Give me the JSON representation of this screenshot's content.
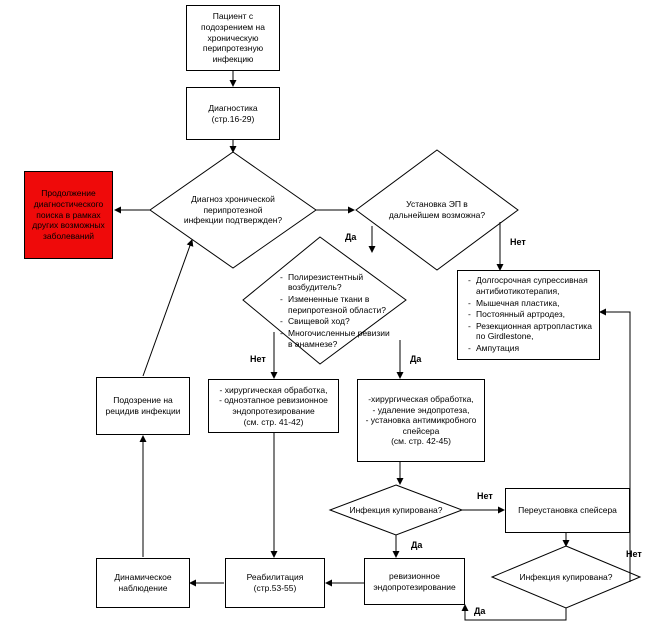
{
  "nodes": {
    "patient": [
      "Пациент с",
      "подозрением на",
      "хроническую",
      "перипротезную",
      "инфекцию"
    ],
    "diagnostics": [
      "Диагностика",
      "(стр.16-29)"
    ],
    "continue_search": [
      "Продолжение",
      "диагностического",
      "поиска в рамках",
      "других возможных",
      "заболеваний"
    ],
    "diag_confirmed": [
      "Диагноз хронической",
      "перипротезной",
      "инфекции подтвержден?"
    ],
    "ep_possible": [
      "Установка ЭП в",
      "дальнейшем возможна?"
    ],
    "criteria": [
      "Полирезистентный возбудитель?",
      "Измененные ткани в перипротезной области?",
      "Свищевой ход?",
      "Многочисленные ревизии в анамнезе?"
    ],
    "long_term": [
      "Долгосрочная супрессивная антибиотикотерапия,",
      "Мышечная пластика,",
      "Постоянный артродез,",
      "Резекционная артропластика по Girdlestone,",
      "Ампутация"
    ],
    "relapse": [
      "Подозрение на",
      "рецидив инфекции"
    ],
    "one_stage": [
      "- хирургическая обработка,",
      "- одноэтапное ревизионное",
      "эндопротезирование",
      "(см. стр. 41-42)"
    ],
    "two_stage": [
      "-хирургическая обработка,",
      "- удаление эндопротеза,",
      "- установка антимикробного",
      "спейсера",
      "(см. стр. 42-45)"
    ],
    "infection_stopped": [
      "Инфекция купирована?"
    ],
    "reinstall": [
      "Переустановка спейсера"
    ],
    "infection_stopped_2": [
      "Инфекция купирована?"
    ],
    "revision": [
      "ревизионное",
      "эндопротезирование"
    ],
    "rehab": [
      "Реабилитация",
      "(стр.53-55)"
    ],
    "dynamic": [
      "Динамическое",
      "наблюдение"
    ]
  },
  "labels": {
    "yes": "Да",
    "no": "Нет"
  }
}
